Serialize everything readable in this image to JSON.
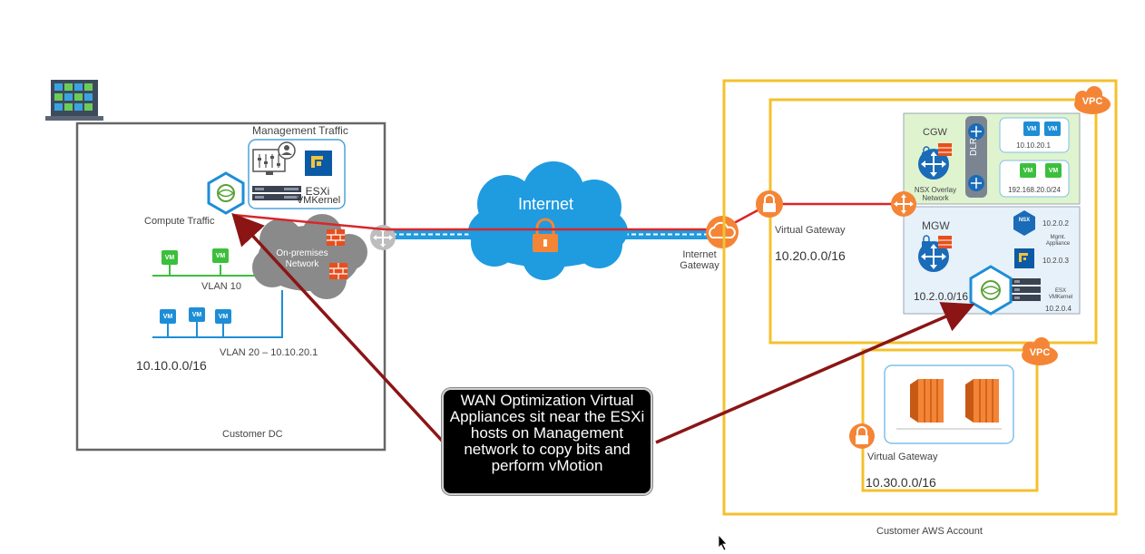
{
  "labels": {
    "management_traffic": "Management Traffic",
    "esxi": "ESXi",
    "vmkernel": "VMKernel",
    "compute_traffic": "Compute Traffic",
    "on_premises_network": "On-premises Network",
    "vlan10": "VLAN 10",
    "vlan20": "VLAN 20 – 10.10.20.1",
    "onprem_cidr": "10.10.0.0/16",
    "customer_dc": "Customer DC",
    "internet": "Internet",
    "internet_gateway": "Internet Gateway",
    "virtual_gateway_1": "Virtual Gateway",
    "cidr_vpc1": "10.20.0.0/16",
    "cgw": "CGW",
    "dlr": "DLR",
    "nsx_overlay_network": "NSX Overlay Network",
    "subnet_1": "10.10.20.1",
    "subnet_2": "192.168.20.0/24",
    "mgw": "MGW",
    "nsx": "NSX",
    "nsx_ip": "10.2.0.2",
    "mgmt_appliance": "Mgmt. Appliance",
    "vcenter_ip": "10.2.0.3",
    "esx_vmkernel": "ESX VMKernel",
    "esx_ip": "10.2.0.4",
    "mgmt_cidr": "10.2.0.0/16",
    "vpc_badge_1": "VPC",
    "vpc_badge_2": "VPC",
    "virtual_gateway_2": "Virtual Gateway",
    "cidr_vpc2": "10.30.0.0/16",
    "customer_aws_account": "Customer AWS Account",
    "vm": "VM"
  },
  "callout": {
    "text": "WAN Optimization Virtual Appliances sit near the ESXi hosts on Management network to copy bits and perform vMotion"
  },
  "colors": {
    "aws_orange": "#f58536",
    "vpc_yellow": "#f4c12e",
    "link_red": "#d9262a",
    "arrow_darkred": "#8b1515",
    "cloud_blue": "#1f9be0",
    "vmware_blue": "#1d8ed6",
    "vm_green": "#3cbf3c",
    "cgw_fill": "#dff3cf",
    "mgw_fill": "#e7f1fa"
  }
}
